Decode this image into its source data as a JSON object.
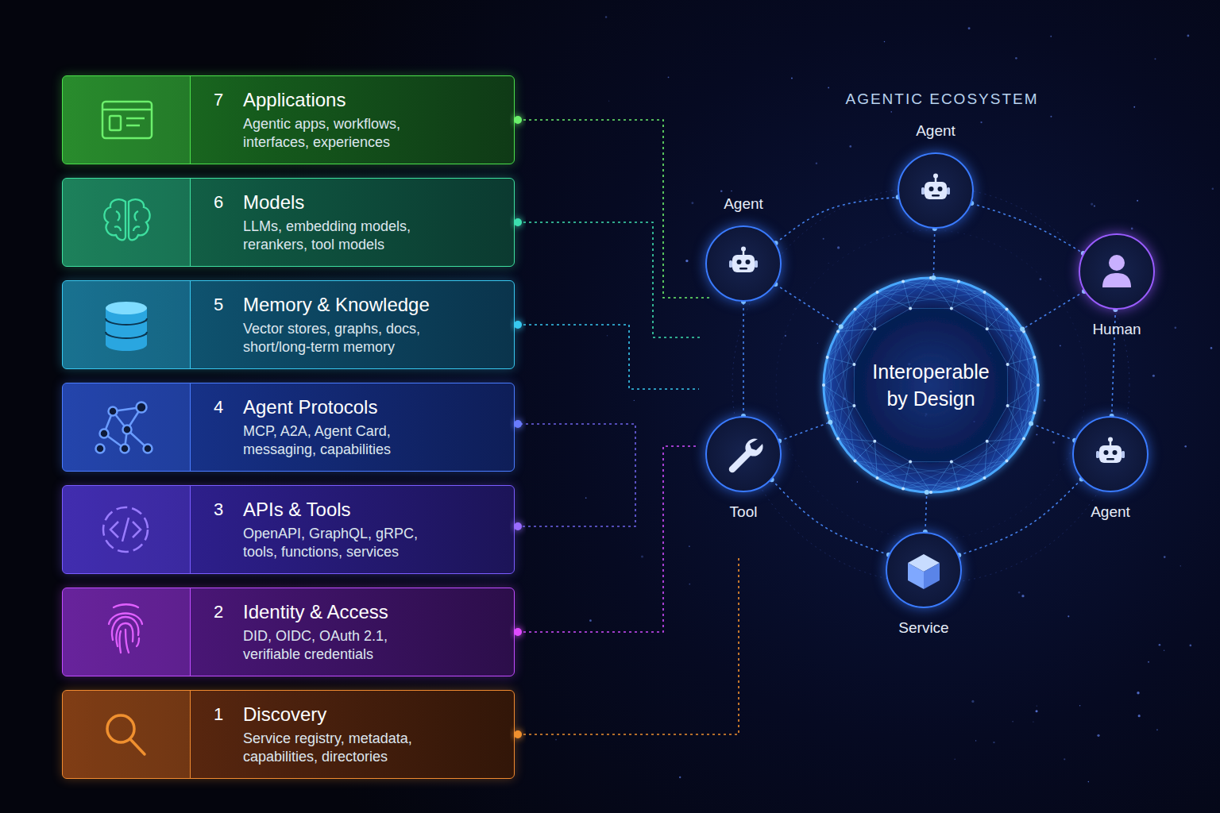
{
  "diagram": {
    "nodes": [
      {
        "text": [
          "7",
          "Applications",
          "Agentic apps, workflows, interfaces, experiences"
        ]
      },
      {
        "text": [
          "6",
          "Models",
          "LLMs, embedding models, rerankers, tool models"
        ]
      },
      {
        "text": [
          "5",
          "Memory & Knowledge",
          "Vector stores, graphs, docs, short/long-term memory"
        ]
      },
      {
        "text": [
          "4",
          "Agent Protocols",
          "MCP, A2A, Agent Card, messaging, capabilities"
        ]
      },
      {
        "text": [
          "3",
          "APIs & Tools",
          "OpenAPI, GraphQL, gRPC, tools, functions, services"
        ]
      },
      {
        "text": [
          "2",
          "Identity & Access",
          "DID, OIDC, OAuth 2.1, verifiable credentials"
        ]
      },
      {
        "text": [
          "1",
          "Discovery",
          "Service registry, metadata, capabilities, directories"
        ]
      },
      {
        "text": [
          "Agent"
        ]
      },
      {
        "text": [
          "Agent"
        ]
      },
      {
        "text": [
          "Human"
        ]
      },
      {
        "text": [
          "Interoperable by Design"
        ]
      },
      {
        "text": [
          "Tool"
        ]
      },
      {
        "text": [
          "Agent"
        ]
      },
      {
        "text": [
          "Service"
        ]
      }
    ],
    "edges": [
      {
        "from": 3,
        "to": 4,
        "arrow": "none"
      },
      {
        "from": 8,
        "to": 7,
        "arrow": "none"
      },
      {
        "from": 7,
        "to": 9,
        "arrow": "none"
      },
      {
        "from": 9,
        "to": 12,
        "arrow": "none"
      },
      {
        "from": 12,
        "to": 13,
        "arrow": "none"
      },
      {
        "from": 13,
        "to": 11,
        "arrow": "none"
      },
      {
        "from": 11,
        "to": 8,
        "arrow": "none"
      },
      {
        "from": 7,
        "to": 10,
        "arrow": "none"
      },
      {
        "from": 8,
        "to": 10,
        "arrow": "none"
      },
      {
        "from": 9,
        "to": 10,
        "arrow": "none"
      },
      {
        "from": 11,
        "to": 10,
        "arrow": "none"
      },
      {
        "from": 12,
        "to": 10,
        "arrow": "none"
      },
      {
        "from": 13,
        "to": 10,
        "arrow": "none"
      }
    ],
    "labels": [
      "AGENTIC ECOSYSTEM"
    ]
  }
}
